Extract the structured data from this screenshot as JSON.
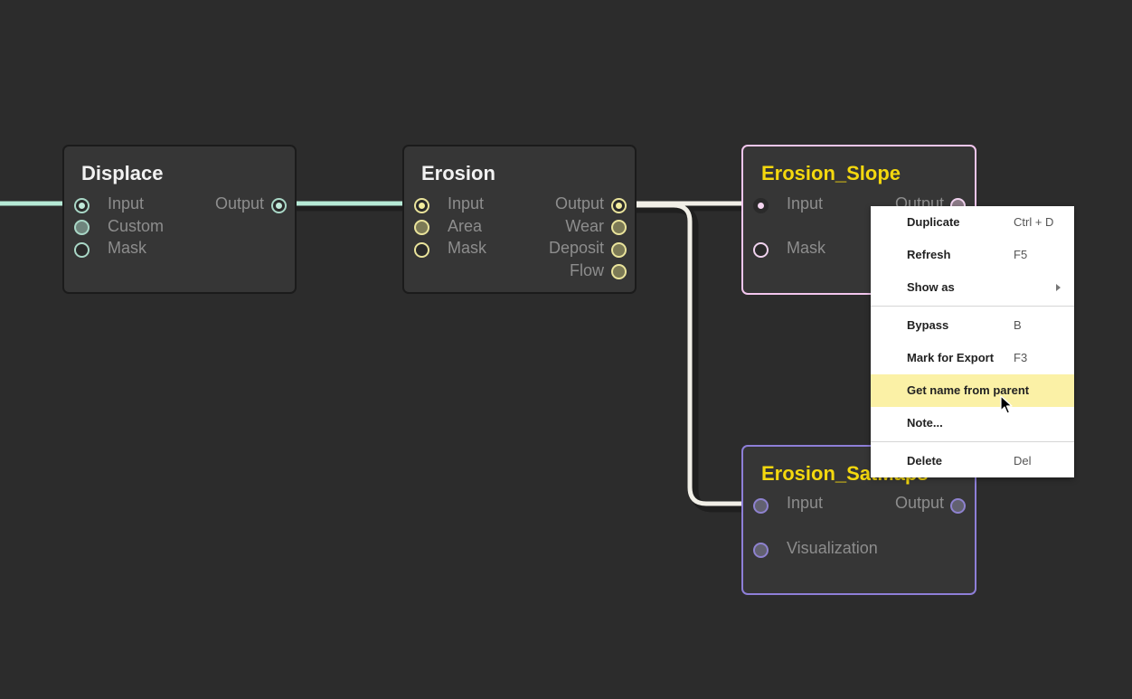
{
  "colors": {
    "canvas": "#2c2c2c",
    "node_body": "#363636",
    "title_default": "#f2f2f2",
    "title_highlight": "#f4d80e",
    "wire_mint": "#b6ead6",
    "wire_white": "#f1efe7",
    "slope_border": "#f3c6ee",
    "satmaps_border": "#8e7fd8",
    "menu_highlight": "#fbf1a6"
  },
  "nodes": {
    "displace": {
      "title": "Displace",
      "inputs": [
        "Input",
        "Custom",
        "Mask"
      ],
      "outputs": [
        "Output"
      ]
    },
    "erosion": {
      "title": "Erosion",
      "inputs": [
        "Input",
        "Area",
        "Mask"
      ],
      "outputs": [
        "Output",
        "Wear",
        "Deposit",
        "Flow"
      ]
    },
    "slope": {
      "title": "Erosion_Slope",
      "inputs": [
        "Input",
        "Mask"
      ],
      "outputs": [
        "Output"
      ]
    },
    "satmaps": {
      "title": "Erosion_SatMaps",
      "inputs": [
        "Input",
        "Visualization"
      ],
      "outputs": [
        "Output"
      ]
    }
  },
  "context_menu": {
    "items": [
      {
        "label": "Duplicate",
        "shortcut": "Ctrl + D"
      },
      {
        "label": "Refresh",
        "shortcut": "F5"
      },
      {
        "label": "Show as",
        "shortcut": "",
        "submenu": true
      },
      {
        "label": "Bypass",
        "shortcut": "B"
      },
      {
        "label": "Mark for Export",
        "shortcut": "F3"
      },
      {
        "label": "Get name from parent",
        "shortcut": "",
        "highlighted": true
      },
      {
        "label": "Note...",
        "shortcut": ""
      },
      {
        "label": "Delete",
        "shortcut": "Del"
      }
    ]
  },
  "icons": {
    "cursor": "arrow-cursor-icon",
    "submenu": "chevron-right-icon"
  }
}
